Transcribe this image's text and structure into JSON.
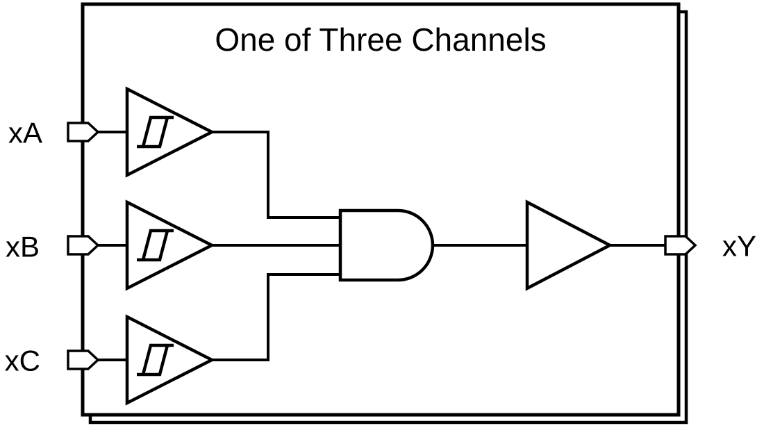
{
  "diagram": {
    "title": "One of Three Channels",
    "inputs": [
      {
        "label": "xA"
      },
      {
        "label": "xB"
      },
      {
        "label": "xC"
      }
    ],
    "output": {
      "label": "xY"
    },
    "components": [
      {
        "icon": "schmitt-trigger-buffer-icon",
        "input": "xA"
      },
      {
        "icon": "schmitt-trigger-buffer-icon",
        "input": "xB"
      },
      {
        "icon": "schmitt-trigger-buffer-icon",
        "input": "xC"
      },
      {
        "icon": "and-gate-icon",
        "inputs": 3
      },
      {
        "icon": "buffer-icon"
      }
    ],
    "colors": {
      "stroke": "#000000",
      "background": "#ffffff"
    }
  }
}
